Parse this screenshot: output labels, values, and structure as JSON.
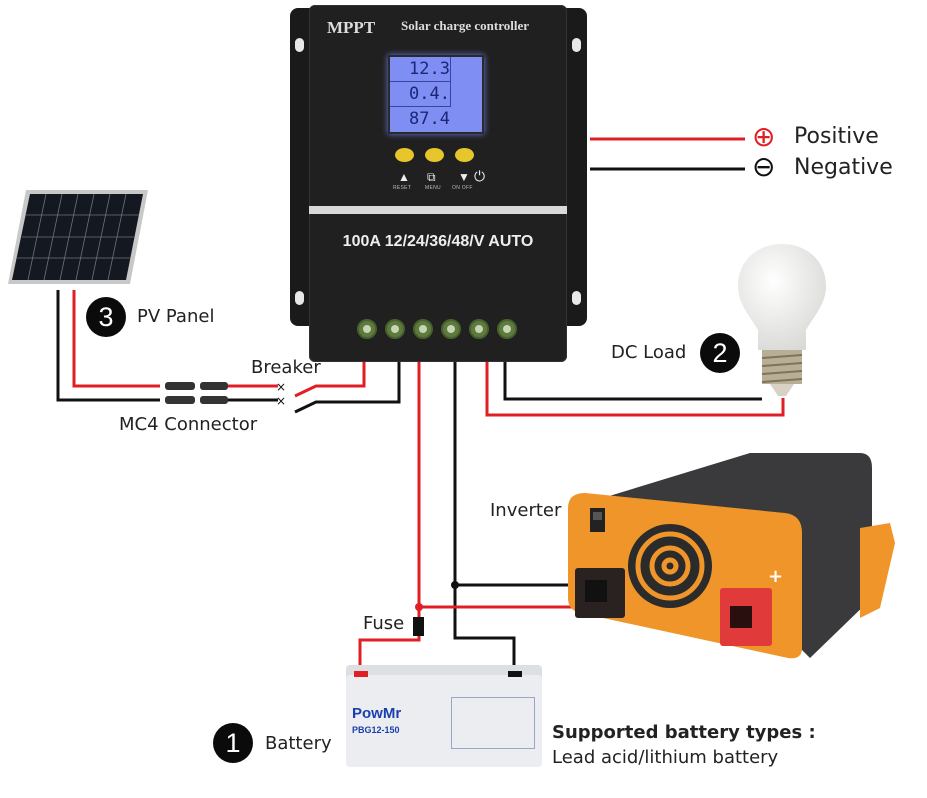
{
  "diagram": {
    "title": "MPPT Solar charge controller wiring diagram",
    "colors": {
      "positive": "#e01f24",
      "negative": "#111111",
      "controller_body": "#202020",
      "lcd": "#7f8ef2",
      "button": "#e6c62a",
      "terminal": "#5f7a3e",
      "inverter_orange": "#f0952a",
      "inverter_body": "#3a3a3c"
    },
    "controller": {
      "brand": "MPPT",
      "subtitle": "Solar charge controller",
      "model_label": "100A 12/24/36/48/V AUTO",
      "lcd": {
        "row1": "12.3",
        "row2": "0.4.",
        "row3": "87.4"
      },
      "buttons": [
        {
          "icon": "up-arrow-icon",
          "glyph": "▲",
          "caption": "RESET"
        },
        {
          "icon": "menu-icon",
          "glyph": "⧉",
          "caption": "MENU"
        },
        {
          "icon": "down-arrow-icon",
          "glyph": "▼",
          "caption": "ON OFF"
        }
      ],
      "power_glyph": "⏻",
      "terminal_count": 6
    },
    "legend": {
      "positive_symbol": "⊕",
      "positive_label": "Positive",
      "negative_symbol": "⊖",
      "negative_label": "Negative"
    },
    "components": {
      "pv_panel": {
        "number": "3",
        "label": "PV Panel"
      },
      "dc_load": {
        "number": "2",
        "label": "DC Load"
      },
      "battery": {
        "number": "1",
        "label": "Battery",
        "brand": "PowMr",
        "model": "PBG12-150"
      },
      "inverter": {
        "label": "Inverter"
      },
      "breaker": {
        "label": "Breaker"
      },
      "mc4": {
        "label": "MC4 Connector"
      },
      "fuse": {
        "label": "Fuse"
      }
    },
    "notes": {
      "heading": "Supported battery types :",
      "body": "Lead acid/lithium battery"
    }
  }
}
